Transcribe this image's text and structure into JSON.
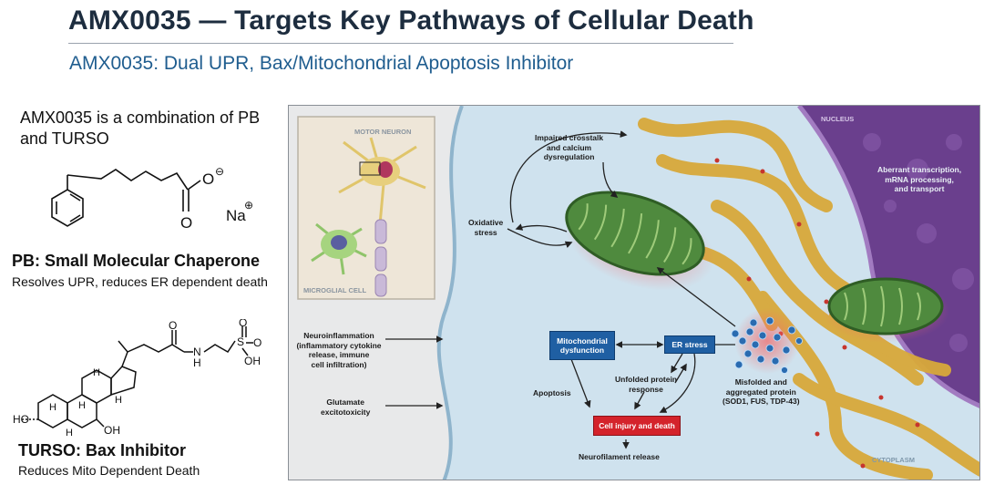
{
  "header": {
    "title": "AMX0035 — Targets Key Pathways of Cellular Death",
    "subtitle": "AMX0035: Dual UPR, Bax/Mitochondrial Apoptosis Inhibitor"
  },
  "left": {
    "intro": "AMX0035 is a combination of PB and TURSO",
    "pb": {
      "heading": "PB: Small Molecular Chaperone",
      "description": "Resolves UPR, reduces ER dependent death",
      "structure_labels": {
        "oxygen_anion": "O",
        "charge_minus": "⊖",
        "oxygen": "O",
        "sodium": "Na",
        "charge_plus": "⊕"
      }
    },
    "turso": {
      "heading": "TURSO: Bax Inhibitor",
      "description": "Reduces Mito Dependent Death",
      "structure_labels": {
        "o_keto": "O",
        "nh": "N",
        "h_nh": "H",
        "sulfur": "S",
        "o_s1": "O",
        "o_s2": "O",
        "oh_s": "OH",
        "h1": "H",
        "h2": "H",
        "h3": "H",
        "h4": "H",
        "h5": "H",
        "ho": "HO",
        "oh": "OH"
      }
    }
  },
  "diagram": {
    "inset": {
      "motor_neuron": "MOTOR NEURON",
      "microglial_cell": "MICROGLIAL CELL"
    },
    "region_labels": {
      "nucleus": "NUCLEUS",
      "cytoplasm": "CYTOPLASM"
    },
    "labels": {
      "impaired_crosstalk": "Impaired crosstalk\nand calcium\ndysregulation",
      "oxidative_stress": "Oxidative\nstress",
      "aberrant_transcription": "Aberrant transcription,\nmRNA processing,\nand transport",
      "neuroinflammation": "Neuroinflammation\n(inflammatory cytokine\nrelease, immune\ncell infiltration)",
      "glutamate": "Glutamate\nexcitotoxicity",
      "apoptosis": "Apoptosis",
      "unfolded_protein": "Unfolded protein\nresponse",
      "misfolded": "Misfolded and\naggregated protein\n(SOD1, FUS, TDP-43)",
      "neurofilament": "Neurofilament release"
    },
    "boxes": {
      "mito_dysfunction": "Mitochondrial\ndysfunction",
      "er_stress": "ER stress",
      "cell_injury": "Cell injury and death"
    }
  },
  "colors": {
    "title": "#1d2d3f",
    "subtitle": "#1f5d8f",
    "box_blue": "#1f5fa3",
    "box_red": "#d4232b",
    "er": "#d8a93a",
    "mitochondria": "#4f8a3e",
    "nucleus": "#6a3f8d",
    "cell_background": "#cfe2ee"
  }
}
